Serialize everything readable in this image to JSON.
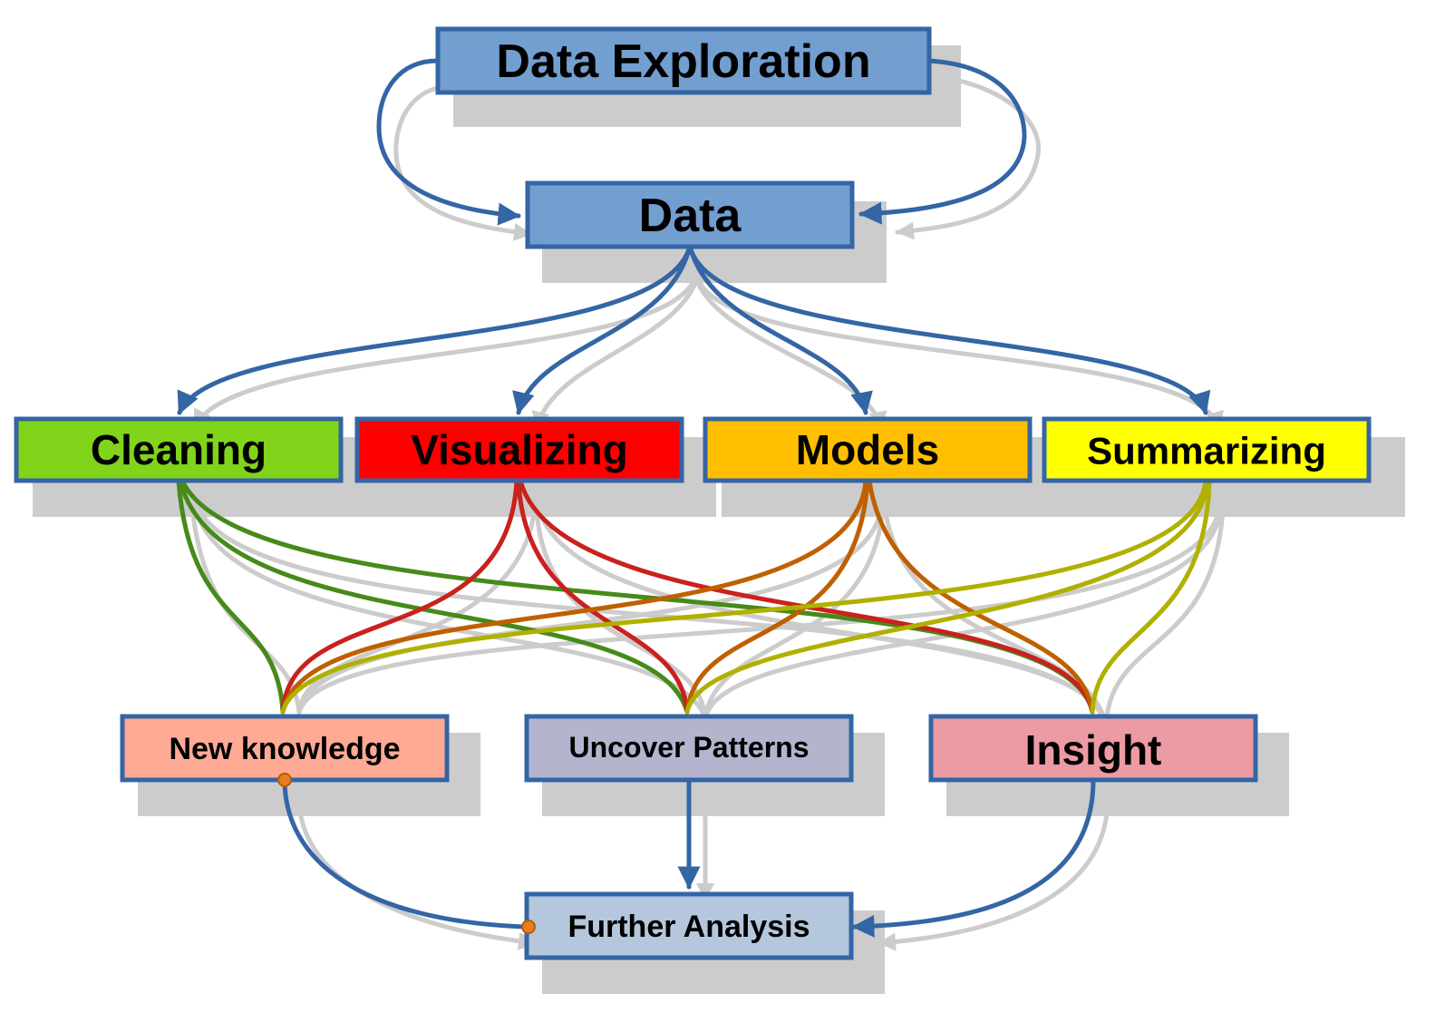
{
  "diagram": {
    "nodes": {
      "data_exploration": {
        "label": "Data Exploration",
        "fill": "#729fcf"
      },
      "data": {
        "label": "Data",
        "fill": "#729fcf"
      },
      "cleaning": {
        "label": "Cleaning",
        "fill": "#81d41a"
      },
      "visualizing": {
        "label": "Visualizing",
        "fill": "#ff0000"
      },
      "models": {
        "label": "Models",
        "fill": "#ffbf00"
      },
      "summarizing": {
        "label": "Summarizing",
        "fill": "#ffff00"
      },
      "new_knowledge": {
        "label": "New knowledge",
        "fill": "#ffaa95"
      },
      "uncover_patterns": {
        "label": "Uncover Patterns",
        "fill": "#b4b4cf"
      },
      "insight": {
        "label": "Insight",
        "fill": "#ec9ba4"
      },
      "further_analysis": {
        "label": "Further Analysis",
        "fill": "#b4c7dc"
      }
    },
    "colors": {
      "border": "#3465a4",
      "connector_blue": "#3465a4",
      "cleaning_edges": "#468a1a",
      "visualizing_edges": "#c9211e",
      "models_edges": "#bf6000",
      "summarizing_edges": "#b0b000",
      "shadow": "#cccccc",
      "dot": "#e67e22"
    }
  }
}
